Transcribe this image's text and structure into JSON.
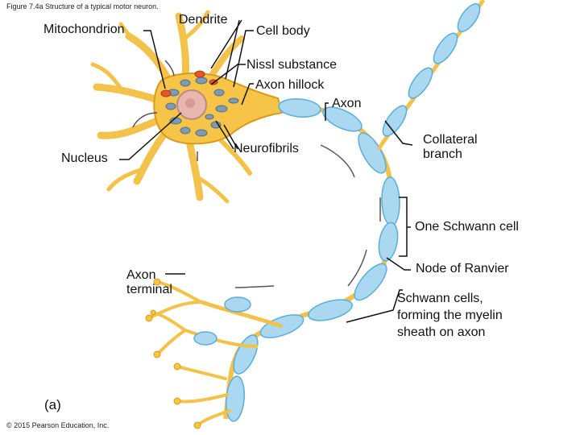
{
  "figure": {
    "caption": "Figure 7.4a Structure of a typical motor neuron.",
    "panel_label": "(a)",
    "copyright": "© 2015 Pearson Education, Inc."
  },
  "labels": {
    "mitochondrion": "Mitochondrion",
    "dendrite": "Dendrite",
    "cell_body": "Cell body",
    "nissl_substance": "Nissl substance",
    "axon_hillock": "Axon hillock",
    "axon": "Axon",
    "nucleus": "Nucleus",
    "neurofibrils": "Neurofibrils",
    "collateral_branch": "Collateral\nbranch",
    "one_schwann_cell": "One Schwann cell",
    "axon_terminal": "Axon\nterminal",
    "node_of_ranvier": "Node of Ranvier",
    "schwann_cells": "Schwann cells,\nforming the myelin\nsheath on axon"
  },
  "colors": {
    "neuron_body": "#f6c548",
    "neuron_outline": "#d99a1c",
    "myelin": "#a9d8f0",
    "myelin_outline": "#5aaed8",
    "axon_core": "#f3c24a",
    "nucleus": "#e8b8b0",
    "nissl": "#7f9bb3",
    "mitochondria": "#e5572b",
    "leader": "#111111",
    "arrow": "#555555"
  }
}
